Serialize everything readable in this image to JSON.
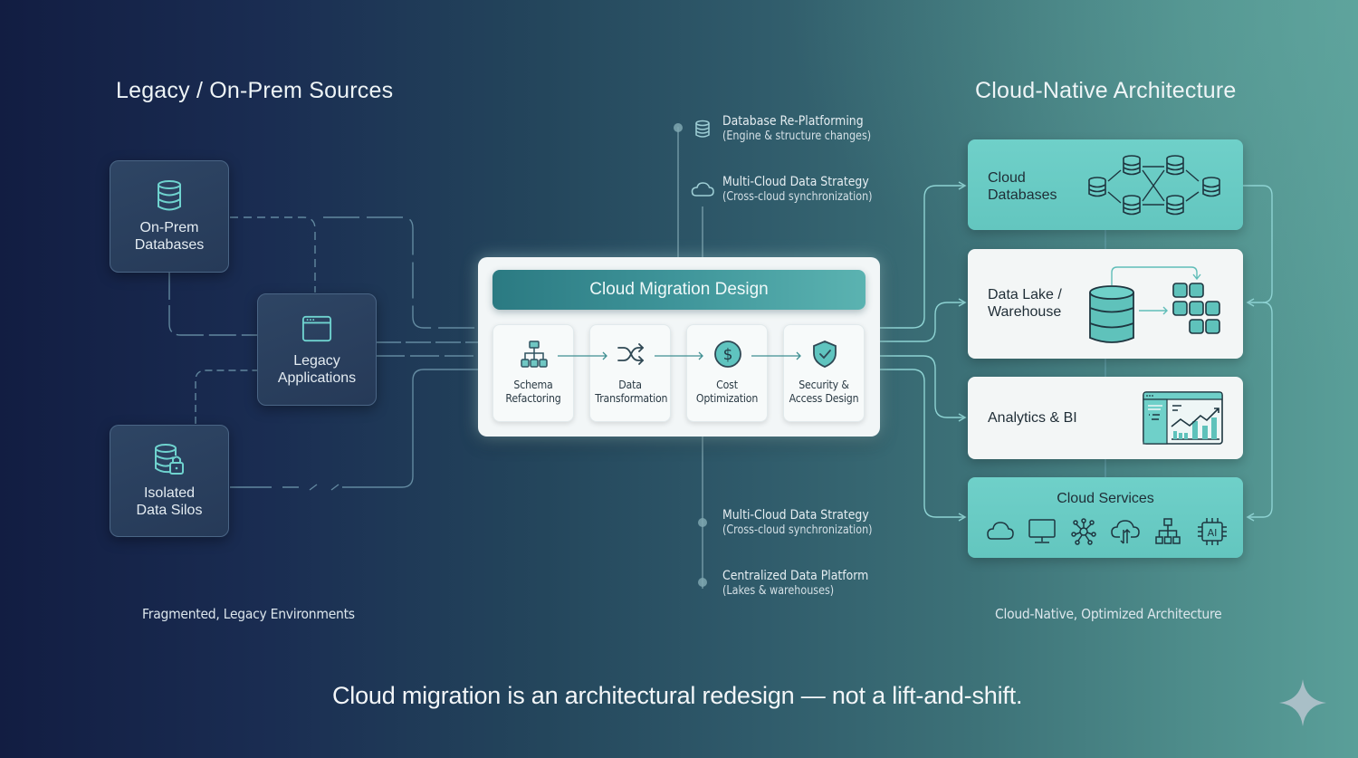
{
  "headings": {
    "left": "Legacy / On-Prem Sources",
    "right": "Cloud-Native Architecture"
  },
  "legacy_sources": [
    {
      "label_line1": "On-Prem",
      "label_line2": "Databases",
      "icon": "database-icon"
    },
    {
      "label_line1": "Legacy",
      "label_line2": "Applications",
      "icon": "browser-window-icon"
    },
    {
      "label_line1": "Isolated",
      "label_line2": "Data Silos",
      "icon": "locked-database-icon"
    }
  ],
  "center": {
    "title": "Cloud Migration Design",
    "steps": [
      {
        "line1": "Schema",
        "line2": "Refactoring",
        "icon": "hierarchy-icon"
      },
      {
        "line1": "Data",
        "line2": "Transformation",
        "icon": "shuffle-icon"
      },
      {
        "line1": "Cost",
        "line2": "Optimization",
        "icon": "dollar-icon"
      },
      {
        "line1": "Security &",
        "line2": "Access Design",
        "icon": "shield-check-icon"
      }
    ]
  },
  "top_notes": [
    {
      "title": "Database Re-Platforming",
      "subtitle": "(Engine & structure changes)",
      "icon": "database-icon"
    },
    {
      "title": "Multi-Cloud Data Strategy",
      "subtitle": "(Cross-cloud synchronization)",
      "icon": "cloud-icon"
    }
  ],
  "bottom_notes": [
    {
      "title": "Multi-Cloud Data Strategy",
      "subtitle": "(Cross-cloud synchronization)"
    },
    {
      "title": "Centralized Data Platform",
      "subtitle": "(Lakes & warehouses)"
    }
  ],
  "cloud_targets": [
    {
      "line1": "Cloud",
      "line2": "Databases",
      "style": "teal",
      "icon": "distributed-databases-icon"
    },
    {
      "line1": "Data Lake /",
      "line2": "Warehouse",
      "style": "white",
      "icon": "data-lake-icon"
    },
    {
      "line1": "Analytics & BI",
      "line2": "",
      "style": "white",
      "icon": "dashboard-chart-icon"
    },
    {
      "line1": "Cloud Services",
      "line2": "",
      "style": "teal",
      "icon": "services-icon-row"
    }
  ],
  "cloud_service_icons": [
    "cloud-icon",
    "monitor-icon",
    "network-nodes-icon",
    "cloud-sync-icon",
    "hierarchy-icon",
    "ai-chip-icon"
  ],
  "ai_chip_text": "AI",
  "captions": {
    "left": "Fragmented, Legacy Environments",
    "right": "Cloud-Native, Optimized Architecture"
  },
  "tagline": "Cloud migration is an architectural redesign — not a lift-and-shift.",
  "colors": {
    "accent_teal": "#63c6bf",
    "line_color": "#8fc9cf",
    "legacy_box": "#2a405e"
  }
}
